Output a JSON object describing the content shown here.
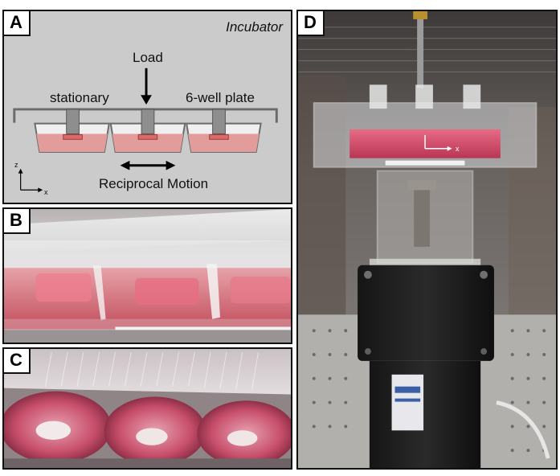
{
  "panels": {
    "a": {
      "label": "A",
      "corner_text": "Incubator",
      "load_label": "Load",
      "stationary_label": "stationary",
      "plate_label": "6-well plate",
      "motion_label": "Reciprocal Motion",
      "axis_z": "z",
      "axis_x": "x"
    },
    "b": {
      "label": "B"
    },
    "c": {
      "label": "C"
    },
    "d": {
      "label": "D",
      "marker_x": "x"
    }
  },
  "colors": {
    "medium": "#e39c9c",
    "medium_dark": "#d98a8a",
    "frame": "#6b6b6b",
    "panel_bg": "#cbcbcb"
  }
}
